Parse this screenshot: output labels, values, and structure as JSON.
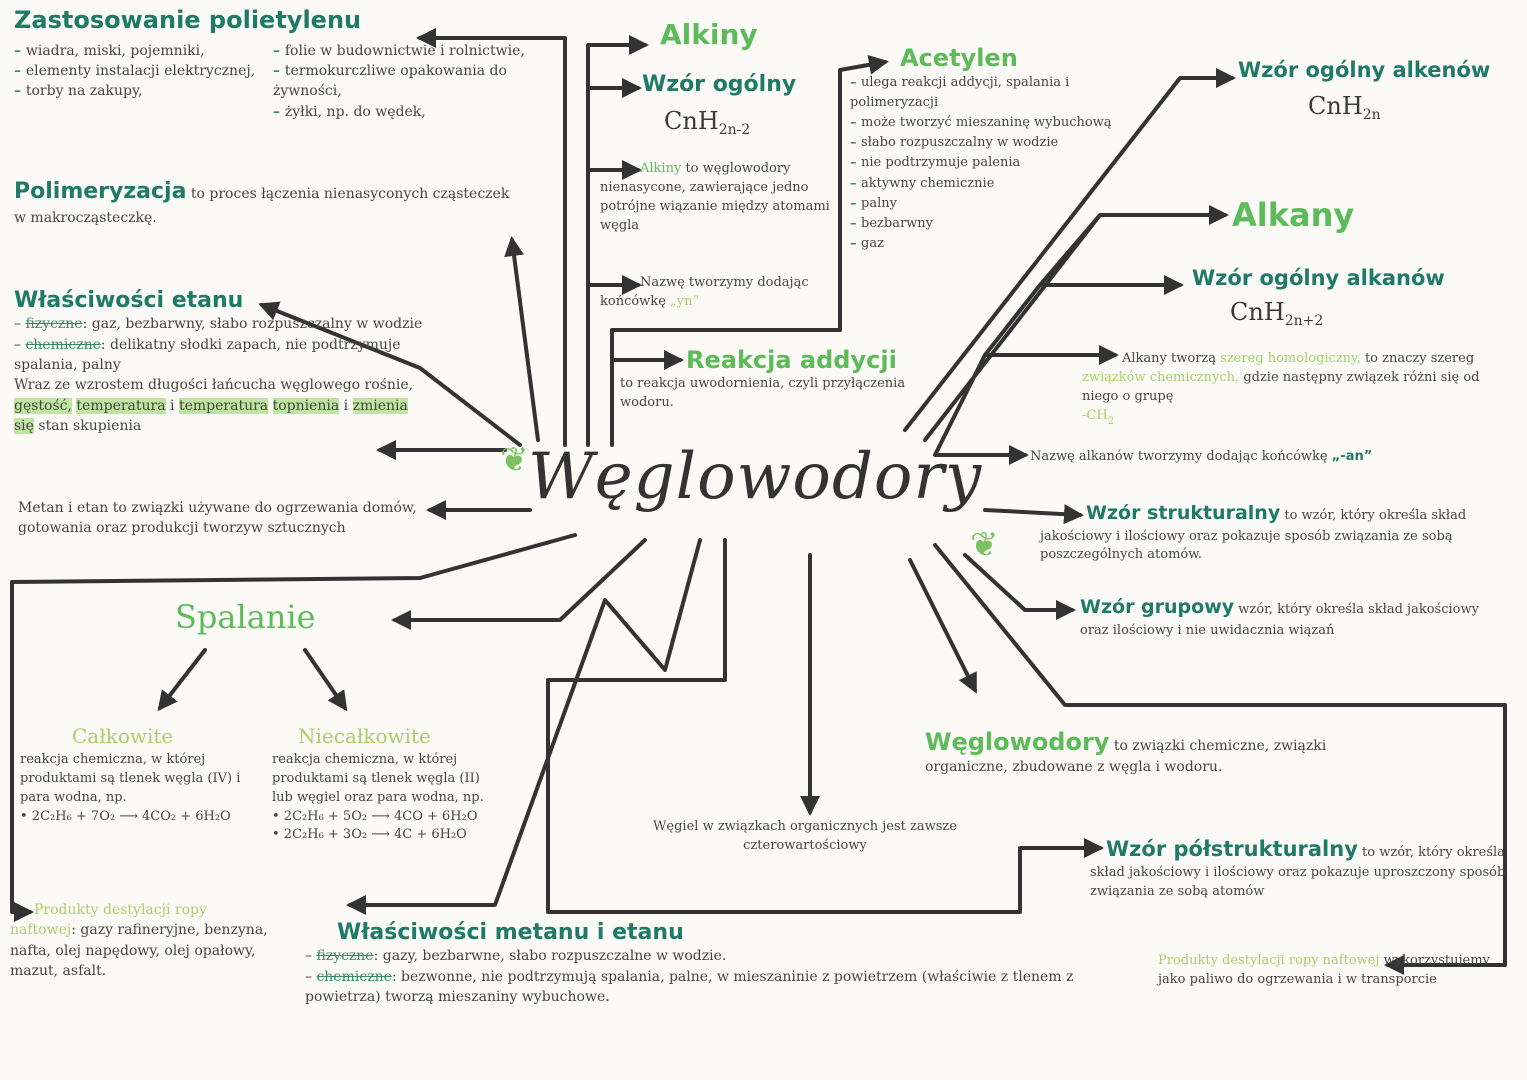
{
  "center": {
    "title": "Węglowodory"
  },
  "polietylen": {
    "title": "Zastosowanie polietylenu",
    "col1": [
      "wiadra, miski, pojemniki,",
      "elementy instalacji elektrycznej,",
      "torby na zakupy,"
    ],
    "col2": [
      "folie w budownictwie i rolnictwie,",
      "termokurczliwe opakowania do żywności,",
      "żyłki, np. do wędek,"
    ]
  },
  "polimeryzacja": {
    "term": "Polimeryzacja",
    "text": "to proces łączenia nienasyconych cząsteczek w makrocząsteczkę."
  },
  "etan": {
    "title": "Właściwości etanu",
    "fiz_label": "fizyczne",
    "fiz_text": ": gaz, bezbarwny, słabo rozpuszczalny w wodzie",
    "chem_label": "chemiczne",
    "chem_text": ": delikatny słodki zapach, nie podtrzymuje spalania, palny",
    "growth_text": "Wraz ze wzrostem długości łańcucha węglowego rośnie,",
    "hl1": "gęstość,",
    "hl2": "temperatura",
    "growth_and": "i",
    "hl3": "temperatura",
    "hl4": "topnienia",
    "growth_and2": "i",
    "hl5": "zmienia się",
    "growth_end": "stan skupienia"
  },
  "metan_uses": {
    "text": "Metan i etan to związki używane do ogrzewania domów, gotowania oraz produkcji tworzyw sztucznych"
  },
  "alkiny": {
    "title": "Alkiny",
    "formula_label": "Wzór ogólny",
    "formula": "CnH",
    "formula_sub": "2n-2",
    "def_term": "Alkiny",
    "def_text": "to węglowodory nienasycone, zawierające jedno potrójne wiązanie między atomami węgla",
    "name_text": "Nazwę tworzymy dodając końcówkę",
    "name_suffix": "„yn”"
  },
  "acetylen": {
    "title": "Acetylen",
    "items": [
      "ulega reakcji addycji, spalania i polimeryzacji",
      "może tworzyć mieszaninę wybuchową",
      "słabo rozpuszczalny w wodzie",
      "nie podtrzymuje palenia",
      "aktywny chemicznie",
      "palny",
      "bezbarwny",
      "gaz"
    ]
  },
  "addycja": {
    "title": "Reakcja addycji",
    "text": "to reakcja uwodornienia, czyli przyłączenia wodoru."
  },
  "alkeny": {
    "title": "Wzór ogólny alkenów",
    "formula": "CnH",
    "formula_sub": "2n"
  },
  "alkany": {
    "title": "Alkany",
    "formula_label": "Wzór ogólny alkanów",
    "formula": "CnH",
    "formula_sub": "2n+2",
    "szereg_pre": "Alkany tworzą",
    "szereg_term": "szereg homologiczny,",
    "szereg_mid": "to znaczy szereg",
    "szereg_term2": "związków chemicznych,",
    "szereg_end": "gdzie następny związek różni się od niego o grupę",
    "grupa": "-CH",
    "grupa_sub": "2",
    "name_text": "Nazwę alkanów tworzymy dodając końcówkę",
    "name_suffix": "„-an”"
  },
  "strukturalny": {
    "title": "Wzór strukturalny",
    "text": "to wzór, który określa skład jakościowy i ilościowy oraz pokazuje sposób związania ze sobą poszczególnych atomów."
  },
  "grupowy": {
    "title": "Wzór grupowy",
    "text": "wzór, który określa skład jakościowy oraz ilościowy i nie uwidacznia wiązań"
  },
  "definicja": {
    "title": "Węglowodory",
    "text": "to związki chemiczne, związki organiczne, zbudowane z węgla i wodoru."
  },
  "wegiel": {
    "text": "Węgiel w związkach organicznych jest zawsze czterowartościowy"
  },
  "polstruktural": {
    "title": "Wzór półstrukturalny",
    "text": "to wzór, który określa skład jakościowy i ilościowy oraz pokazuje uproszczony sposób związania ze sobą atomów"
  },
  "spalanie": {
    "title": "Spalanie",
    "c_title": "Całkowite",
    "c_text": "reakcja chemiczna, w której produktami są tlenek węgla (IV) i para wodna, np.",
    "c_eq": "• 2C₂H₆ + 7O₂ ⟶ 4CO₂ + 6H₂O",
    "n_title": "Niecałkowite",
    "n_text": "reakcja chemiczna, w której produktami są tlenek węgla (II) lub węgiel oraz para wodna, np.",
    "n_eq1": "• 2C₂H₆ + 5O₂ ⟶ 4CO + 6H₂O",
    "n_eq2": "• 2C₂H₆ + 3O₂ ⟶ 4C + 6H₂O"
  },
  "destylacja1": {
    "title": "Produkty destylacji ropy naftowej",
    "text": ": gazy rafineryjne, benzyna, nafta, olej napędowy, olej opałowy, mazut, asfalt."
  },
  "metan_etan": {
    "title": "Właściwości metanu i etanu",
    "fiz_label": "fizyczne",
    "fiz_text": ": gazy, bezbarwne, słabo rozpuszczalne w wodzie.",
    "chem_label": "chemiczne",
    "chem_text": ": bezwonne, nie podtrzymują spalania, palne, w mieszaninie z powietrzem (właściwie z tlenem z powietrza) tworzą mieszaniny wybuchowe."
  },
  "destylacja2": {
    "title": "Produkty destylacji ropy naftowej",
    "text": "wykorzystujemy jako paliwo do ogrzewania i w transporcie"
  }
}
